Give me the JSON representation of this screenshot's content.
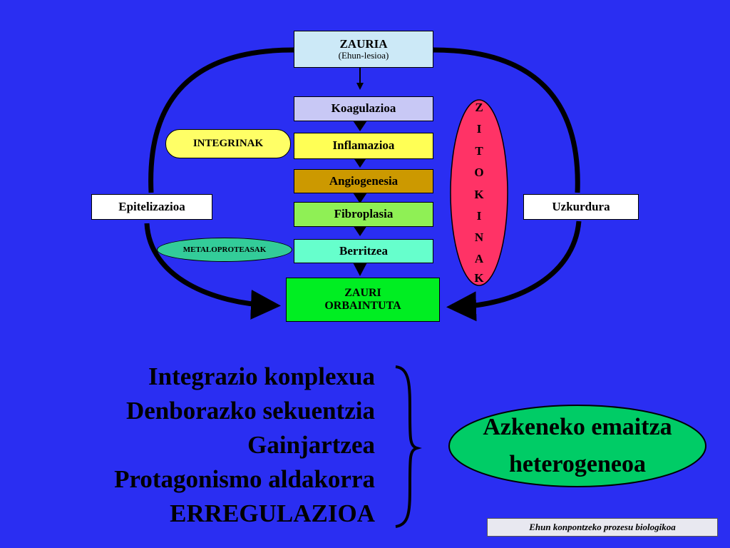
{
  "diagram": {
    "start": {
      "title": "ZAURIA",
      "subtitle": "(Ehun-lesioa)"
    },
    "steps": [
      {
        "label": "Koagulazioa",
        "color": "#c8c8f5"
      },
      {
        "label": "Inflamazioa",
        "color": "#ffff55"
      },
      {
        "label": "Angiogenesia",
        "color": "#cc9900"
      },
      {
        "label": "Fibroplasia",
        "color": "#8ff055"
      },
      {
        "label": "Berritzea",
        "color": "#66ffcc"
      }
    ],
    "end": {
      "line1": "ZAURI",
      "line2": "ORBAINTUTA",
      "color": "#00ee22"
    },
    "left_side": "Epitelizazioa",
    "right_side": "Uzkurdura",
    "integrinak": "INTEGRINAK",
    "metaloproteasak": "METALOPROTEASAK",
    "zitokinak_letters": [
      "Z",
      "I",
      "T",
      "O",
      "K",
      "I",
      "N",
      "A",
      "K"
    ],
    "colors": {
      "background": "#2a2ef2",
      "start_box": "#cce9f7",
      "integrinak": "#ffff66",
      "metaloproteasak": "#33cc99",
      "zitokinak": "#ff3366",
      "result": "#00cc66"
    }
  },
  "concepts": [
    "Integrazio konplexua",
    "Denborazko sekuentzia",
    "Gainjartzea",
    "Protagonismo aldakorra",
    "ERREGULAZIOA"
  ],
  "result": {
    "line1": "Azkeneko emaitza",
    "line2": "heterogeneoa"
  },
  "footer": "Ehun konpontzeko prozesu biologikoa"
}
